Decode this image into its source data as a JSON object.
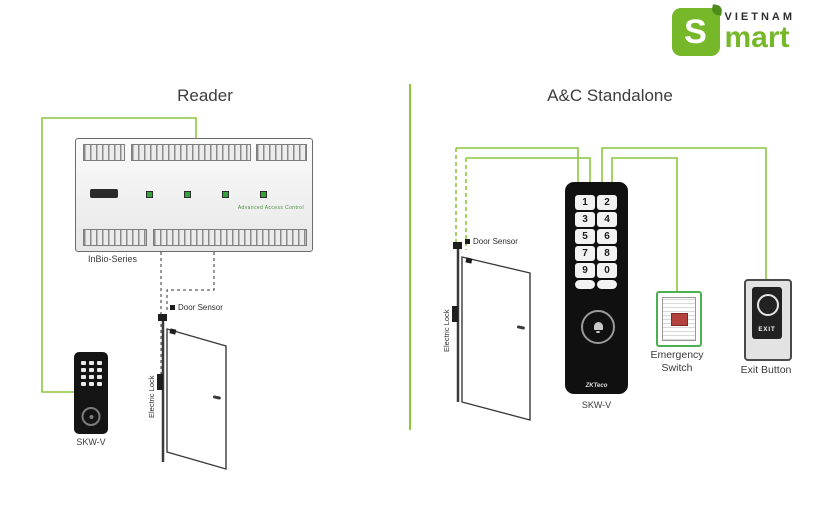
{
  "logo": {
    "country": "VIETNAM",
    "brand_rest": "mart",
    "icon_letter": "S"
  },
  "left": {
    "title": "Reader",
    "controller": {
      "series_label": "InBio-Series",
      "panel_text": "Advanced Access Control"
    },
    "door_sensor_label": "Door Sensor",
    "electric_lock_label": "Electric Lock",
    "device_label": "SKW-V"
  },
  "right": {
    "title": "A&C Standalone",
    "door_sensor_label": "Door Sensor",
    "electric_lock_label": "Electric Lock",
    "keypad": {
      "keys": [
        "1",
        "2",
        "3",
        "4",
        "5",
        "6",
        "7",
        "8",
        "9",
        "0"
      ],
      "brand": "ZKTeco",
      "label": "SKW-V"
    },
    "emergency_label": "Emergency Switch",
    "exit_button": {
      "label": "Exit Button",
      "text": "EXIT"
    }
  },
  "colors": {
    "accent_green": "#8CC63F",
    "logo_green": "#76B82A"
  }
}
